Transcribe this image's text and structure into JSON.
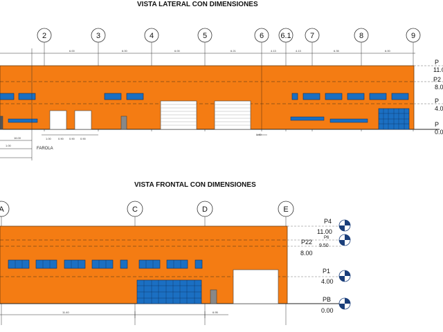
{
  "side_view": {
    "title": "VISTA LATERAL CON DIMENSIONES",
    "axes": [
      "2",
      "3",
      "4",
      "5",
      "6",
      "6.1",
      "7",
      "8",
      "9"
    ],
    "spacings": [
      "6.00",
      "6.00",
      "6.00",
      "6.21",
      "4.13",
      "4.13",
      "6.35",
      "6.00"
    ],
    "levels": [
      {
        "name": "P",
        "value": "11.0"
      },
      {
        "name": "P2",
        "value": "8.0"
      },
      {
        "name": "P",
        "value": "4.0"
      },
      {
        "name": "P",
        "value": "0.0"
      }
    ],
    "farola_label": "FAROLA",
    "small_dims": [
      "1.00",
      "0.90",
      "0.90",
      "0.90",
      "1.60",
      "1.00",
      "16.00"
    ]
  },
  "front_view": {
    "title": "VISTA FRONTAL CON DIMENSIONES",
    "axes": [
      "A",
      "C",
      "D",
      "E"
    ],
    "levels": [
      {
        "name": "P4",
        "value": "11.00"
      },
      {
        "name": "P6",
        "value": "9.50"
      },
      {
        "name": "P22",
        "value": "8.00"
      },
      {
        "name": "P1",
        "value": "4.00"
      },
      {
        "name": "PB",
        "value": "0.00"
      }
    ],
    "bottom_dims": [
      "11.40",
      "6.95"
    ]
  },
  "colors": {
    "facade": "#f47c13",
    "window": "#1b6fc2",
    "window_frame": "#0a2f5c",
    "line": "#222222",
    "dashed": "#3a2a1a"
  }
}
